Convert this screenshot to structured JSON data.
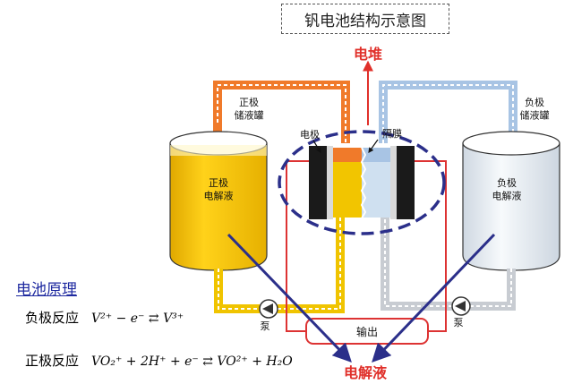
{
  "title": "钒电池结构示意图",
  "labels": {
    "stack": "电堆",
    "electrolyte": "电解液",
    "positive_tank": "正极\n储液罐",
    "negative_tank": "负极\n储液罐",
    "positive_electrolyte": "正极\n电解液",
    "negative_electrolyte": "负极\n电解液",
    "electrode": "电极",
    "membrane": "隔膜",
    "pump_left": "泵",
    "pump_right": "泵",
    "output": "输出"
  },
  "principle": {
    "title": "电池原理",
    "negative_label": "负极反应",
    "negative_eq": "V²⁺ − e⁻ ⇄ V³⁺",
    "positive_label": "正极反应",
    "positive_eq": "VO₂⁺ + 2H⁺ + e⁻ ⇄ VO²⁺ + H₂O"
  },
  "colors": {
    "positive_fluid": "#f5c400",
    "negative_fluid": "#e8eef5",
    "pipe_positive": "#f07a2a",
    "pipe_negative": "#a8c4e4",
    "accent_red": "#e0302a",
    "ellipse": "#2b2f8a",
    "arrow": "#2b2f8a"
  }
}
